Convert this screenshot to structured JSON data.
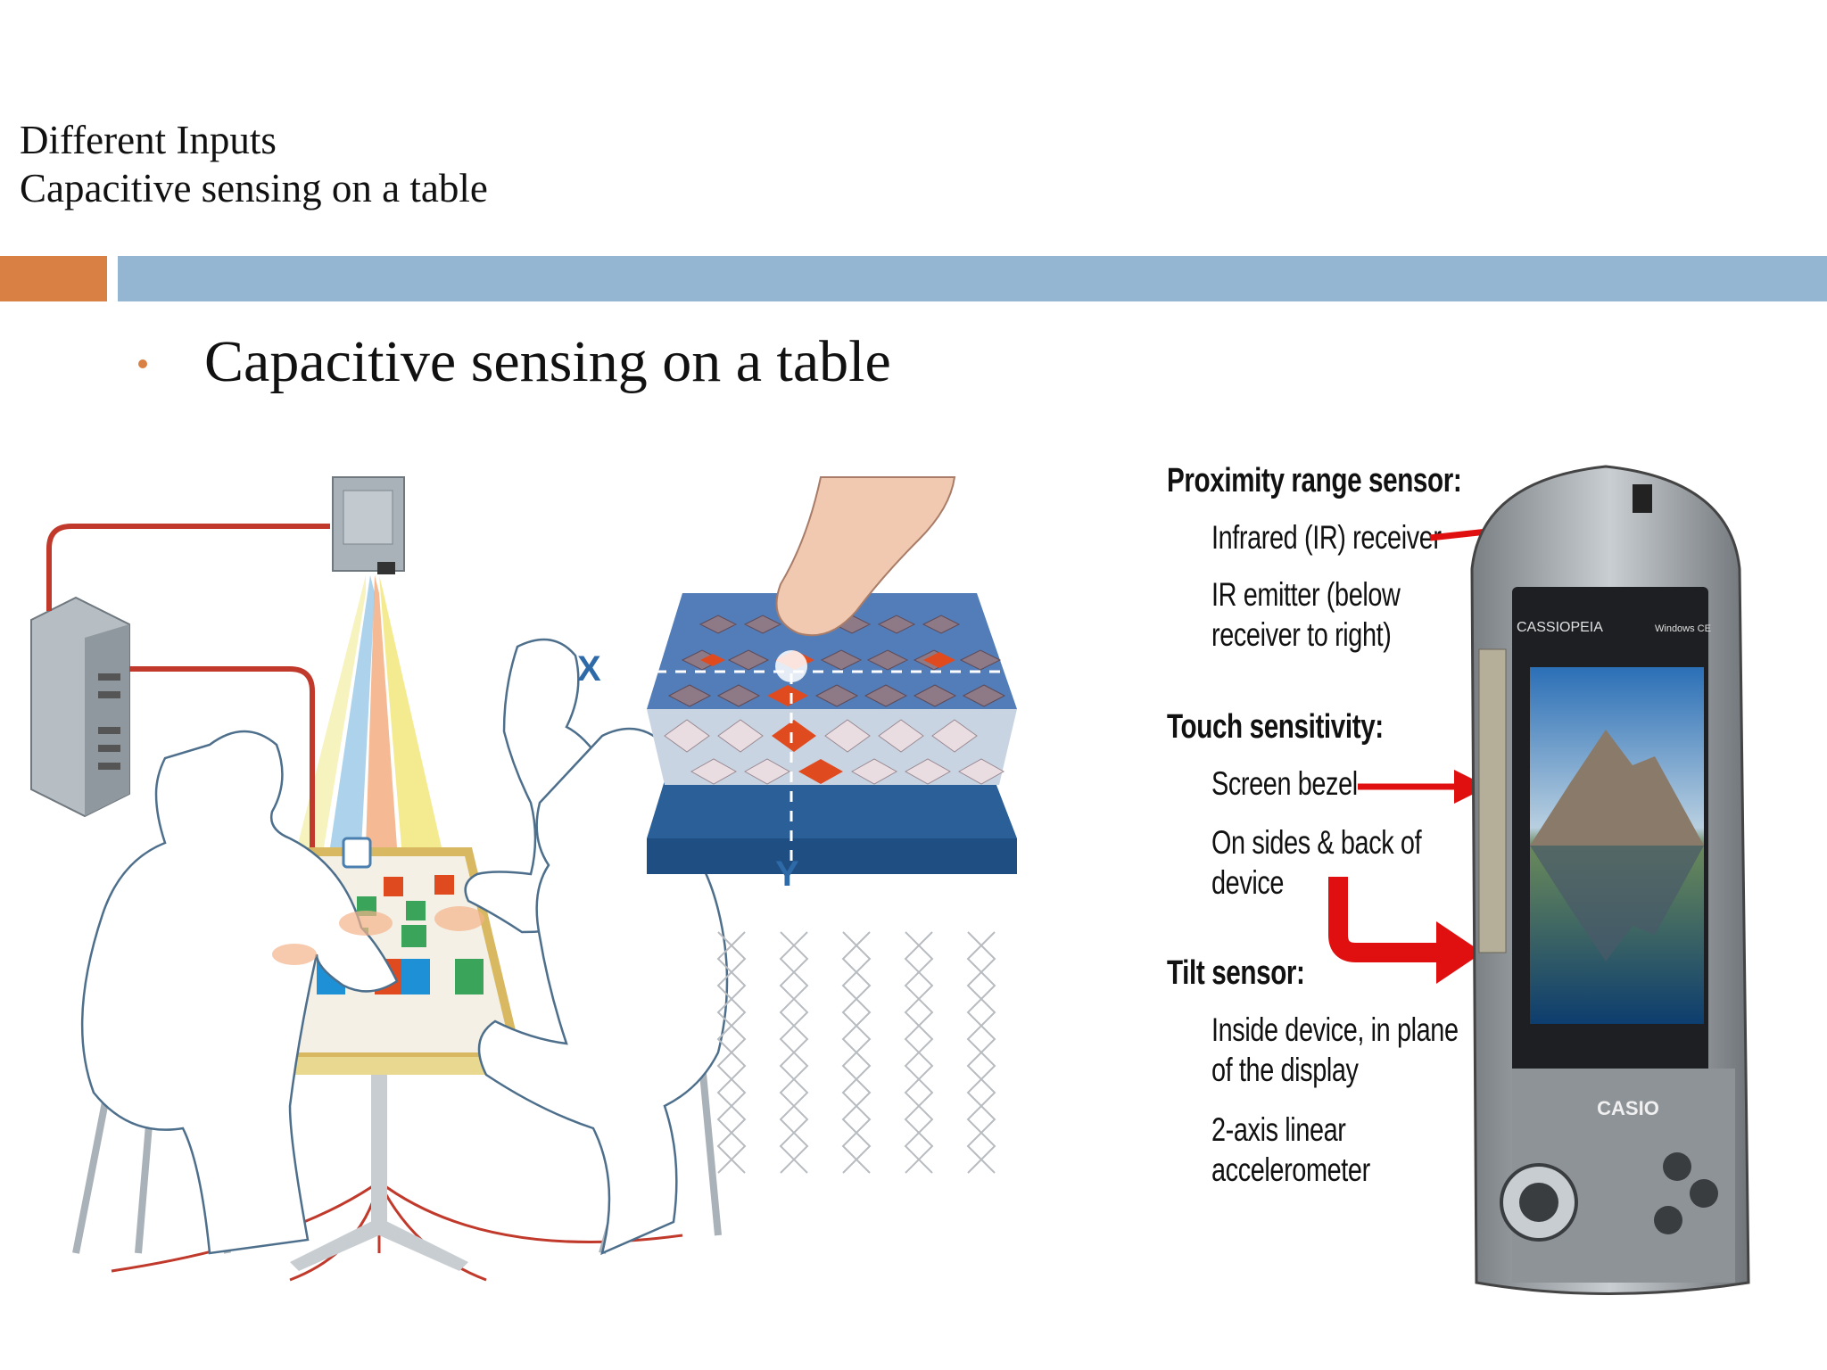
{
  "header": {
    "line1": "Different Inputs",
    "line2": "Capacitive sensing on a table"
  },
  "bullet": {
    "text": "Capacitive sensing on a table"
  },
  "grid_labels": {
    "x": "X",
    "y": "Y"
  },
  "phone_panel": {
    "proximity_heading": "Proximity range sensor:",
    "ir_receiver": "Infrared (IR) receiver",
    "ir_emitter_line1": "IR emitter (below",
    "ir_emitter_line2": "receiver to right)",
    "touch_heading": "Touch sensitivity:",
    "screen_bezel": "Screen bezel",
    "sides_back_line1": "On sides & back of",
    "sides_back_line2": "device",
    "tilt_heading": "Tilt sensor:",
    "inside_line1": "Inside device, in plane",
    "inside_line2": "of the display",
    "accel_line1": "2-axis linear",
    "accel_line2": "accelerometer",
    "brand_cassiopeia": "CASSIOPEIA",
    "brand_casio": "CASIO",
    "brand_windows": "Windows CE"
  },
  "colors": {
    "accent_orange": "#d98145",
    "accent_blue": "#94b6d2",
    "arrow_red": "#e01010",
    "cable_red": "#c0392b"
  }
}
